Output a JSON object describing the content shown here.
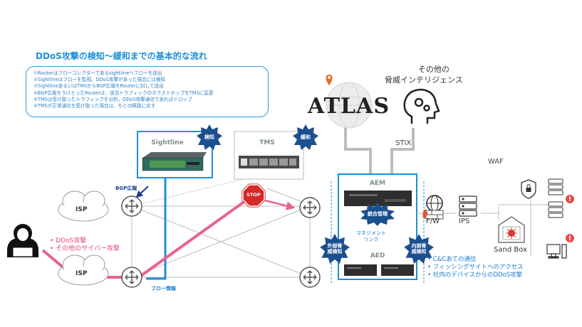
{
  "title": "DDoS攻撃の検知〜緩和までの基本的な流れ",
  "steps": [
    "①Routerはフローコレクターであるsightlineへフローを送出",
    "②Sightlineはフローを監視。DDoS攻撃があった場合には検知",
    "③SightlineあるいはTMSからBGP広報をRouterに対して送出",
    "④BGP広報をうけとったRouterは、該当トラフィックのネクストホップをTMSに変更",
    "⑤TMSは受け取ったトラフィックを分析。DDoS攻撃通信であればドロップ",
    "⑥TMSが正常通信を受け取った場合は、もとの経路に戻す"
  ],
  "devices": {
    "sightline": "Sightline",
    "tms": "TMS",
    "aem": "AEM",
    "aed": "AED"
  },
  "badges": {
    "detect": "検知",
    "mitigate": "緩和",
    "integrated": "統合管理",
    "external": "外部脅威検知",
    "internal": "内部脅威検知"
  },
  "stop_sign": "STOP",
  "atlas_logo": "ATLAS",
  "threat_intel": [
    "その他の",
    "脅威インテリジェンス"
  ],
  "stix": "STIX",
  "waf": "WAF",
  "fw": "F/W",
  "ips": "IPS",
  "sandbox": "Sand Box",
  "isp_top": "ISP",
  "isp_bottom": "ISP",
  "bgp_label": "BGP広報",
  "flow_label": "フロー情報",
  "mgmt_link": [
    "マネジメント",
    "リンク"
  ],
  "attacks_left": [
    "DDoS攻撃",
    "その他のサイバー攻撃"
  ],
  "attacks_right": [
    "C&Cあての通信",
    "フィッシングサイトへのアクセス",
    "社内のデバイスからのDDoS攻撃"
  ],
  "colors": {
    "blue": "#1e8fd6",
    "pink": "#e8628e",
    "navy_badge": "#1b4f8f",
    "stop_red": "#d42a2a",
    "gray_line": "#b7b7b7"
  }
}
